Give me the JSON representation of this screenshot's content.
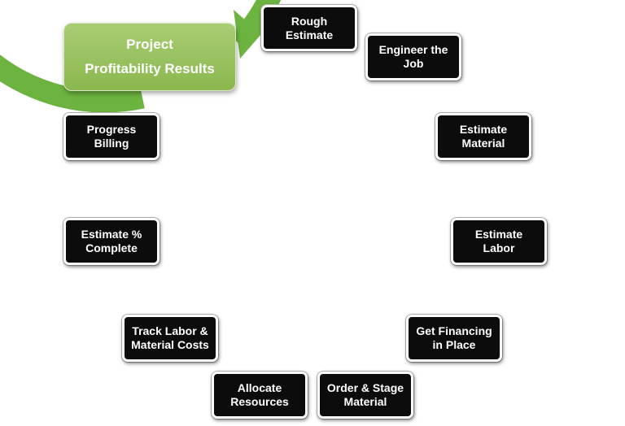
{
  "diagram": {
    "result_title_line1": "Project",
    "result_title_line2": "Profitability Results",
    "steps": [
      {
        "line1": "Rough",
        "line2": "Estimate"
      },
      {
        "line1": "Engineer the",
        "line2": "Job"
      },
      {
        "line1": "Estimate",
        "line2": "Material"
      },
      {
        "line1": "Estimate Labor",
        "line2": ""
      },
      {
        "line1": "Get Financing",
        "line2": "in Place"
      },
      {
        "line1": "Order & Stage",
        "line2": "Material"
      },
      {
        "line1": "Allocate",
        "line2": "Resources"
      },
      {
        "line1": "Track Labor &",
        "line2": "Material Costs"
      },
      {
        "line1": "Estimate %",
        "line2": "Complete"
      },
      {
        "line1": "Progress Billing",
        "line2": ""
      }
    ]
  },
  "colors": {
    "ring_green": "#6db33f",
    "box_fill": "#0c0c0c",
    "result_green": "#9bc462"
  }
}
